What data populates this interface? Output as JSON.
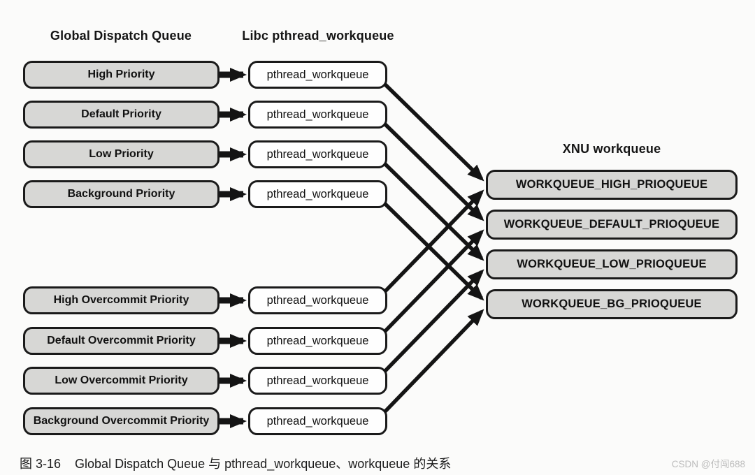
{
  "diagram": {
    "left_column": {
      "header": "Global Dispatch Queue",
      "rows": [
        {
          "label": "High Priority"
        },
        {
          "label": "Default Priority"
        },
        {
          "label": "Low Priority"
        },
        {
          "label": "Background Priority"
        },
        {
          "label": "High Overcommit Priority"
        },
        {
          "label": "Default Overcommit Priority"
        },
        {
          "label": "Low Overcommit Priority"
        },
        {
          "label": "Background Overcommit Priority"
        }
      ]
    },
    "middle_column": {
      "header": "Libc pthread_workqueue",
      "box_label": "pthread_workqueue"
    },
    "right_column": {
      "header": "XNU workqueue",
      "rows": [
        {
          "label": "WORKQUEUE_HIGH_PRIOQUEUE"
        },
        {
          "label": "WORKQUEUE_DEFAULT_PRIOQUEUE"
        },
        {
          "label": "WORKQUEUE_LOW_PRIOQUEUE"
        },
        {
          "label": "WORKQUEUE_BG_PRIOQUEUE"
        }
      ]
    },
    "connections": [
      {
        "from": "High Priority",
        "via": "pthread_workqueue",
        "to": "WORKQUEUE_HIGH_PRIOQUEUE"
      },
      {
        "from": "Default Priority",
        "via": "pthread_workqueue",
        "to": "WORKQUEUE_DEFAULT_PRIOQUEUE"
      },
      {
        "from": "Low Priority",
        "via": "pthread_workqueue",
        "to": "WORKQUEUE_LOW_PRIOQUEUE"
      },
      {
        "from": "Background Priority",
        "via": "pthread_workqueue",
        "to": "WORKQUEUE_BG_PRIOQUEUE"
      },
      {
        "from": "High Overcommit Priority",
        "via": "pthread_workqueue",
        "to": "WORKQUEUE_HIGH_PRIOQUEUE"
      },
      {
        "from": "Default Overcommit Priority",
        "via": "pthread_workqueue",
        "to": "WORKQUEUE_DEFAULT_PRIOQUEUE"
      },
      {
        "from": "Low Overcommit Priority",
        "via": "pthread_workqueue",
        "to": "WORKQUEUE_LOW_PRIOQUEUE"
      },
      {
        "from": "Background Overcommit Priority",
        "via": "pthread_workqueue",
        "to": "WORKQUEUE_BG_PRIOQUEUE"
      }
    ]
  },
  "caption": {
    "figure_label": "图 3-16",
    "text": "Global Dispatch Queue 与 pthread_workqueue、workqueue 的关系"
  },
  "watermark": "CSDN @付闯688",
  "colors": {
    "node_fill_gray": "#d7d7d5",
    "node_fill_white": "#fefefe",
    "line_black": "#141414",
    "watermark_gray": "#bcbcbc",
    "background": "#fbfbfa"
  }
}
